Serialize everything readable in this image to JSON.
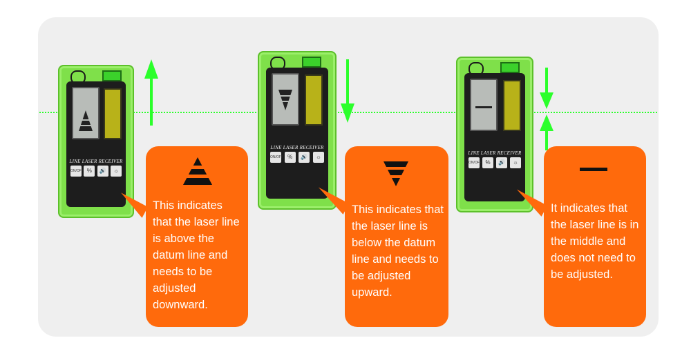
{
  "device": {
    "brand_text": "LINE LASER RECEIVER",
    "keys": [
      "ON/OFF",
      "%",
      "🔊",
      "☼"
    ]
  },
  "cards": [
    {
      "id": "above",
      "indicator": "triangle-up-icon",
      "text": "This indicates that the laser line is above the datum line and needs to be adjusted downward."
    },
    {
      "id": "below",
      "indicator": "triangle-down-icon",
      "text": "This indicates that the laser line is below the datum line and needs to be adjusted upward."
    },
    {
      "id": "middle",
      "indicator": "dash-icon",
      "text": "It indicates that the laser line is in the middle and does not need to be adjusted."
    }
  ],
  "colors": {
    "background_panel": "#efefef",
    "bubble": "#ff6a0c",
    "laser_green": "#2bff2b",
    "device_green": "#7fe04a"
  }
}
